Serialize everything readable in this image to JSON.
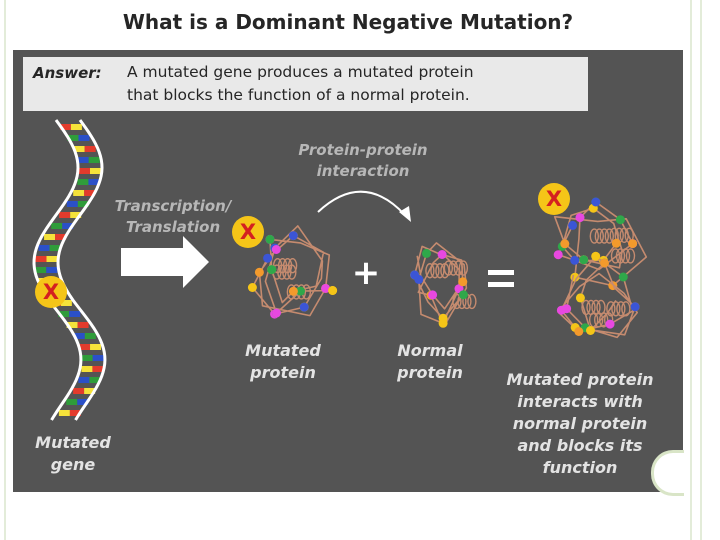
{
  "title": "What is a Dominant Negative Mutation?",
  "answer": {
    "label": "Answer:",
    "text": "A mutated gene produces a mutated protein\nthat blocks the function of a normal protein."
  },
  "labels": {
    "transcription": "Transcription/\nTranslation",
    "interaction": "Protein-protein\ninteraction",
    "mutated_protein": "Mutated\nprotein",
    "normal_protein": "Normal\nprotein",
    "result": "Mutated protein\ninteracts with\nnormal protein\nand blocks its\nfunction",
    "mutated_gene": "Mutated\ngene"
  },
  "symbols": {
    "plus": "+",
    "equals": "=",
    "mutation_mark": "X"
  },
  "colors": {
    "background": "#545454",
    "mutation_marker": "#f5c518",
    "mutation_x": "#d42020",
    "protein_chain": "#c58b6f",
    "dna_rungs": [
      "#e33b2c",
      "#2f9c3a",
      "#f5e23a",
      "#2b50c8"
    ],
    "beads": [
      "#f5c518",
      "#2fa84a",
      "#3b55d6",
      "#e848e0",
      "#f39a2c"
    ]
  }
}
